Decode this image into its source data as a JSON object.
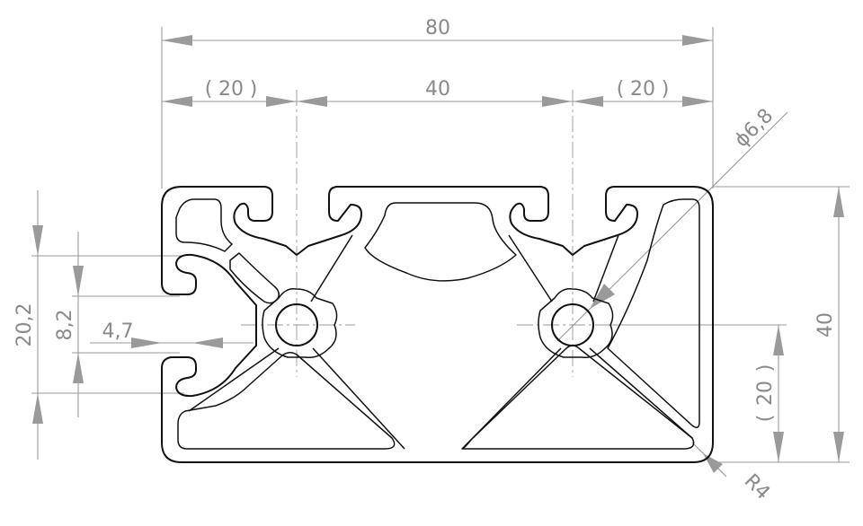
{
  "drawing": {
    "overall_width": "80",
    "left_offset": "20",
    "center_spacing": "40",
    "right_offset": "20",
    "hole_diameter": "ϕ6,8",
    "overall_height": "40",
    "lower_offset": "20",
    "corner_radius": "R4",
    "slot_depth": "20,2",
    "slot_opening": "8,2",
    "slot_lip": "4,7"
  }
}
